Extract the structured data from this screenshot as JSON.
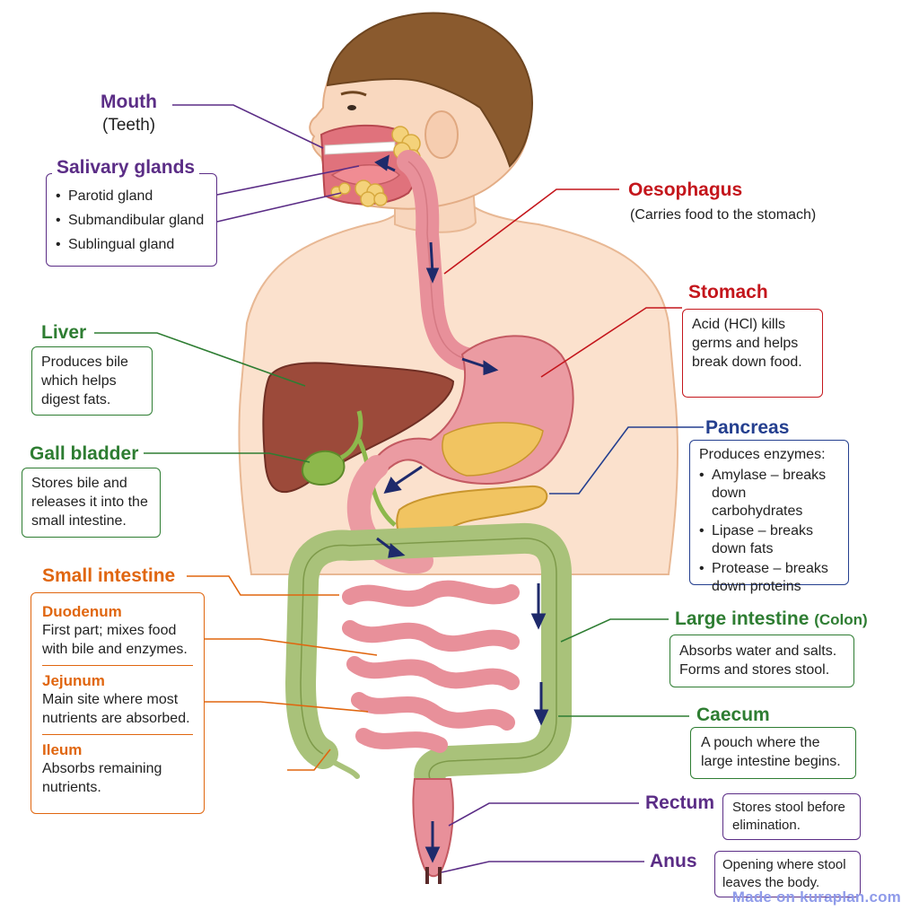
{
  "labels": {
    "mouth": {
      "title": "Mouth",
      "subtitle": "(Teeth)"
    },
    "salivary": {
      "title": "Salivary glands",
      "items": [
        "Parotid gland",
        "Submandibular gland",
        "Sublingual gland"
      ]
    },
    "oesophagus": {
      "title": "Oesophagus",
      "subtitle": "(Carries food to the stomach)"
    },
    "stomach": {
      "title": "Stomach",
      "text": "Acid (HCl) kills germs and helps break down food."
    },
    "liver": {
      "title": "Liver",
      "text": "Produces bile which helps digest fats."
    },
    "gall_bladder": {
      "title": "Gall bladder",
      "text": "Stores bile and releases it into the small intestine."
    },
    "pancreas": {
      "title": "Pancreas",
      "intro": "Produces enzymes:",
      "items": [
        "Amylase – breaks down carbohydrates",
        "Lipase – breaks down fats",
        "Protease – breaks down proteins"
      ]
    },
    "small_intestine": {
      "title": "Small intestine",
      "sections": [
        {
          "name": "Duodenum",
          "text": "First part; mixes food with bile and enzymes."
        },
        {
          "name": "Jejunum",
          "text": "Main site where most nutrients are absorbed."
        },
        {
          "name": "Ileum",
          "text": "Absorbs remaining nutrients."
        }
      ]
    },
    "large_intestine": {
      "title": "Large intestine",
      "subtitle": "(Colon)",
      "text": "Absorbs water and salts. Forms and stores stool."
    },
    "caecum": {
      "title": "Caecum",
      "text": "A pouch where the large intestine begins."
    },
    "rectum": {
      "title": "Rectum",
      "text": "Stores stool before elimination."
    },
    "anus": {
      "title": "Anus",
      "text": "Opening where stool leaves the body."
    }
  },
  "watermark": "Made on kuraplan.com",
  "colors": {
    "purple": "#5b2d86",
    "red": "#c4161c",
    "green": "#2e7d32",
    "blue": "#243f8f",
    "orange": "#e0660f"
  }
}
